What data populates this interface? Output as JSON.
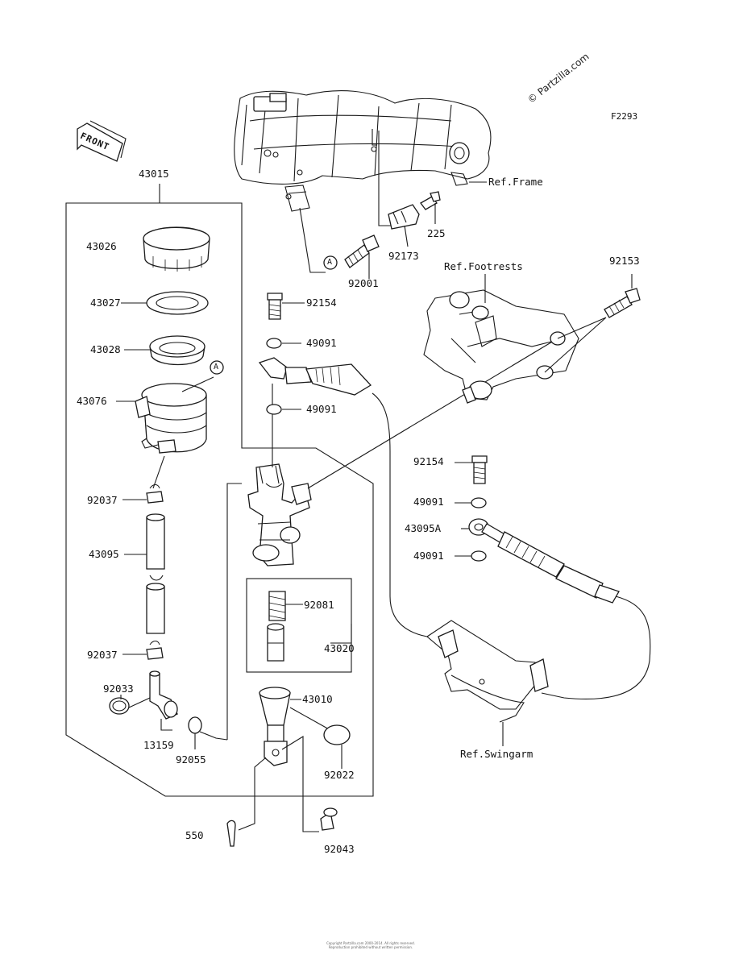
{
  "figure_code": "F2293",
  "watermark": "© Partzilla.com",
  "front_label": "FRONT",
  "ref_labels": {
    "frame": "Ref.Frame",
    "footrests": "Ref.Footrests",
    "swingarm": "Ref.Swingarm"
  },
  "callout_a": "A",
  "parts": {
    "p43015": "43015",
    "p43026": "43026",
    "p43027": "43027",
    "p43028": "43028",
    "p43076": "43076",
    "p92037_top": "92037",
    "p43095": "43095",
    "p92037_bottom": "92037",
    "p92033": "92033",
    "p13159": "13159",
    "p92055": "92055",
    "p92001": "92001",
    "p92173": "92173",
    "p225": "225",
    "p92153": "92153",
    "p92154_top": "92154",
    "p49091_a": "49091",
    "p49091_b": "49091",
    "p92154_right": "92154",
    "p49091_c": "49091",
    "p43095A": "43095A",
    "p49091_d": "49091",
    "p92081": "92081",
    "p43020": "43020",
    "p43010": "43010",
    "p92022": "92022",
    "p550": "550",
    "p92043": "92043"
  },
  "footer": {
    "line1": "Copyright Partzilla.com 2000-2014. All rights reserved.",
    "line2": "Reproduction prohibited without written permission."
  }
}
